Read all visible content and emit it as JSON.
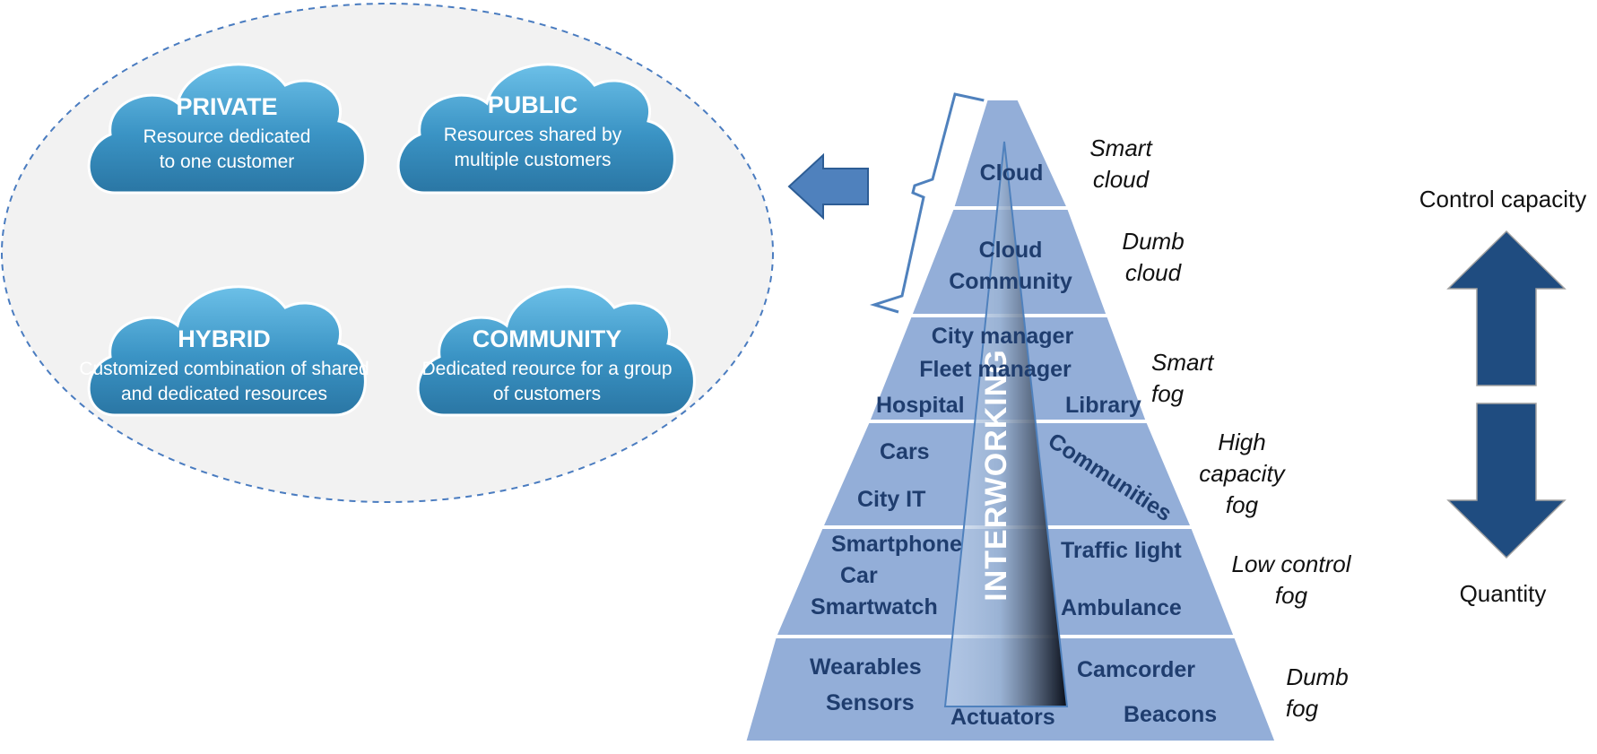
{
  "clouds": {
    "private": {
      "title": "PRIVATE",
      "line1": "Resource dedicated",
      "line2": "to one customer"
    },
    "public": {
      "title": "PUBLIC",
      "line1": "Resources shared by",
      "line2": "multiple customers"
    },
    "hybrid": {
      "title": "HYBRID",
      "line1": "Customized combination of shared",
      "line2": "and dedicated resources"
    },
    "community": {
      "title": "COMMUNITY",
      "line1": "Dedicated reource for a group",
      "line2": "of customers"
    }
  },
  "pyramid": {
    "interworking": "INTERWORKING",
    "layer1": {
      "l1": "Cloud"
    },
    "layer2": {
      "l1": "Cloud",
      "l2": "Community"
    },
    "layer3": {
      "l1": "City manager",
      "l2": "Fleet manager",
      "left": "Hospital",
      "right": "Library"
    },
    "layer4": {
      "left1": "Cars",
      "left2": "City IT",
      "right": "Communities"
    },
    "layer5": {
      "left1": "Smartphone",
      "left2": "Car",
      "left3": "Smartwatch",
      "right1": "Traffic light",
      "right2": "Ambulance"
    },
    "layer6": {
      "left1": "Wearables",
      "left2": "Sensors",
      "mid": "Actuators",
      "right1": "Camcorder",
      "right2": "Beacons"
    }
  },
  "tiers": {
    "smart_cloud": [
      "Smart",
      "cloud"
    ],
    "dumb_cloud": [
      "Dumb",
      "cloud"
    ],
    "smart_fog": [
      "Smart",
      "fog"
    ],
    "high_capacity_fog": [
      "High",
      "capacity",
      "fog"
    ],
    "low_control_fog": [
      "Low control",
      "fog"
    ],
    "dumb_fog": [
      "Dumb",
      "fog"
    ]
  },
  "axis": {
    "top": "Control capacity",
    "bottom": "Quantity"
  },
  "colors": {
    "cloud": "#3a93c4",
    "pyramid": "#93aed8",
    "arrow": "#1f4c80",
    "text_dark": "#1f3d6e"
  }
}
